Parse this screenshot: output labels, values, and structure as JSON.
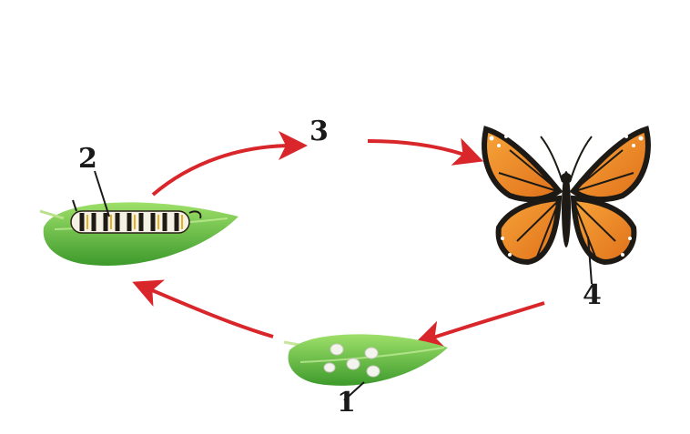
{
  "labels": {
    "stage_1": "1",
    "stage_2": "2",
    "stage_3": "3",
    "stage_4": "4"
  },
  "colors": {
    "arrow": "#d8262b",
    "leaf_light": "#8fd45a",
    "leaf_dark": "#3f9a2c",
    "wing_orange": "#f08a1e",
    "wing_black": "#1d1a16",
    "egg": "#f4f4ee"
  },
  "icons": [
    "leaf-icon",
    "egg-icon",
    "caterpillar-icon",
    "butterfly-icon",
    "arrow-icon"
  ]
}
